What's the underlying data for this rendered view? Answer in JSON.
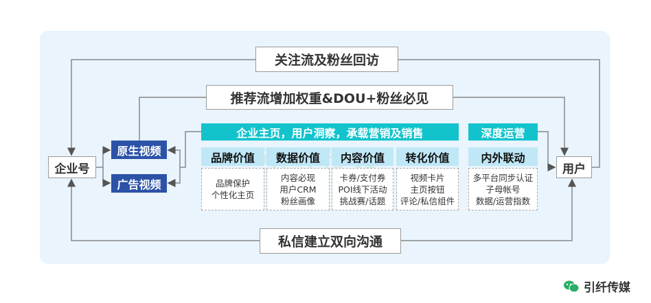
{
  "top_loop": "关注流及粉丝回访",
  "second_loop": "推荐流增加权重&DOU+粉丝必见",
  "bottom_loop": "私信建立双向沟通",
  "enterprise": "企业号",
  "native_video": "原生视频",
  "ad_video": "广告视频",
  "user": "用户",
  "main_header": "企业主页，用户洞察，承载营销及销售",
  "deep_ops": "深度运营",
  "columns": [
    {
      "title": "品牌价值",
      "items": [
        "品牌保护",
        "个性化主页"
      ]
    },
    {
      "title": "数据价值",
      "items": [
        "内容必现",
        "用户CRM",
        "粉丝画像"
      ]
    },
    {
      "title": "内容价值",
      "items": [
        "卡券/支付券",
        "POI线下活动",
        "挑战赛/话题"
      ]
    },
    {
      "title": "转化价值",
      "items": [
        "视频卡片",
        "主页按钮",
        "评论/私信组件"
      ]
    },
    {
      "title": "内外联动",
      "items": [
        "多平台同步认证",
        "子母帐号",
        "数据/运营指数"
      ]
    }
  ],
  "watermark": "引纤传媒",
  "brand": "引纤传媒",
  "colors": {
    "blue": "#2c52a8",
    "teal": "#12c3cc",
    "light_blue": "#bfe7f6",
    "panel": "#e9f4fc"
  }
}
